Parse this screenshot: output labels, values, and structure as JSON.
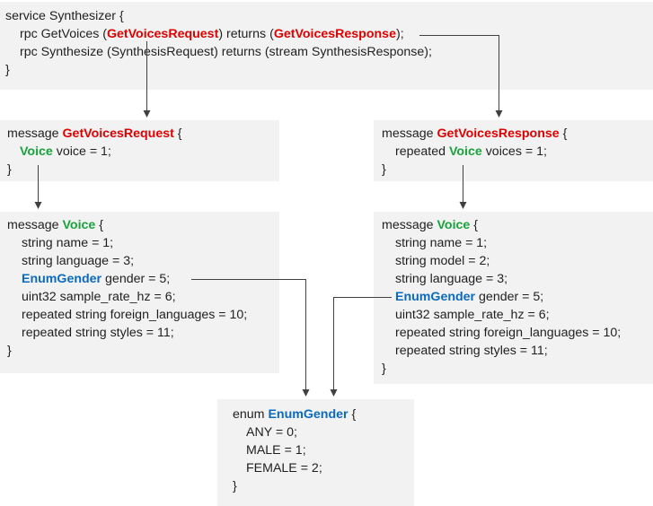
{
  "service_box": {
    "line1": "service Synthesizer {",
    "rpc1": {
      "prefix": "rpc GetVoices (",
      "request": "GetVoicesRequest",
      "middle": ") returns (",
      "response": "GetVoicesResponse",
      "suffix": ");"
    },
    "line3": "rpc Synthesize (SynthesisRequest) returns (stream SynthesisResponse);",
    "close": "}"
  },
  "get_voices_request_box": {
    "keyword": "message ",
    "name": "GetVoicesRequest",
    "open": " {",
    "field_type": "Voice",
    "field_rest": " voice = 1;",
    "close": "}"
  },
  "get_voices_response_box": {
    "keyword": "message ",
    "name": "GetVoicesResponse",
    "open": " {",
    "field_prefix": "repeated ",
    "field_type": "Voice",
    "field_rest": " voices = 1;",
    "close": "}"
  },
  "voice_left_box": {
    "keyword": "message ",
    "name": "Voice",
    "open": " {",
    "fields": [
      "string name = 1;",
      "string language = 3;"
    ],
    "gender_type": "EnumGender",
    "gender_rest": " gender = 5;",
    "fields_after": [
      "uint32 sample_rate_hz = 6;",
      "repeated string foreign_languages = 10;",
      "repeated string styles = 11;"
    ],
    "close": "}"
  },
  "voice_right_box": {
    "keyword": "message ",
    "name": "Voice",
    "open": " {",
    "fields": [
      "string name = 1;",
      "string model = 2;",
      "string language = 3;"
    ],
    "gender_type": "EnumGender",
    "gender_rest": " gender = 5;",
    "fields_after": [
      "uint32 sample_rate_hz = 6;",
      "repeated string foreign_languages = 10;",
      "repeated string styles = 11;"
    ],
    "close": "}"
  },
  "enum_box": {
    "keyword": "enum ",
    "name": "EnumGender",
    "open": " {",
    "values": [
      "ANY = 0;",
      "MALE = 1;",
      "FEMALE = 2;"
    ],
    "close": "}"
  },
  "colors": {
    "request_response": "#e00000",
    "voice": "#19a33c",
    "enum": "#0a6abf",
    "box_bg": "#f2f2f2",
    "arrow": "#404040"
  }
}
